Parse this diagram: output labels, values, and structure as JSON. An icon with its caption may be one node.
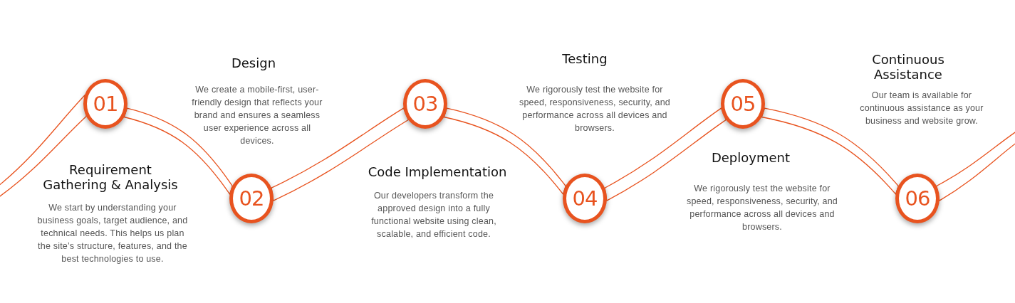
{
  "diagram": {
    "nodes": [
      {
        "text": [
          "01"
        ],
        "beside": [
          "Requirement Gathering & Analysis",
          "We start by understanding your business goals, target audience, and technical needs. This helps us plan the site’s structure, features, and the best technologies to use."
        ]
      },
      {
        "text": [
          "02"
        ],
        "beside": [
          "Design",
          "We create a mobile-first, user-friendly design that reflects your brand and ensures a seamless user experience across all devices."
        ]
      },
      {
        "text": [
          "03"
        ],
        "beside": [
          "Code Implementation",
          "Our developers transform the approved design into a fully functional website using clean, scalable, and efficient code."
        ]
      },
      {
        "text": [
          "04"
        ],
        "beside": [
          "Testing",
          "We rigorously test the website for speed, responsiveness, security, and performance across all devices and browsers."
        ]
      },
      {
        "text": [
          "05"
        ],
        "beside": [
          "Deployment",
          "We rigorously test the website for speed, responsiveness, security, and performance across all devices and browsers."
        ]
      },
      {
        "text": [
          "06"
        ],
        "beside": [
          "Continuous Assistance",
          "Our team is available for continuous assistance as your business and website grow."
        ]
      }
    ],
    "edges": [
      {
        "from": null,
        "to": 0,
        "arrow": "none"
      },
      {
        "from": 0,
        "to": 1,
        "arrow": "none"
      },
      {
        "from": 1,
        "to": 2,
        "arrow": "none"
      },
      {
        "from": 2,
        "to": 3,
        "arrow": "none"
      },
      {
        "from": 3,
        "to": 4,
        "arrow": "none"
      },
      {
        "from": 4,
        "to": 5,
        "arrow": "none"
      },
      {
        "from": 5,
        "to": null,
        "arrow": "none"
      }
    ]
  }
}
